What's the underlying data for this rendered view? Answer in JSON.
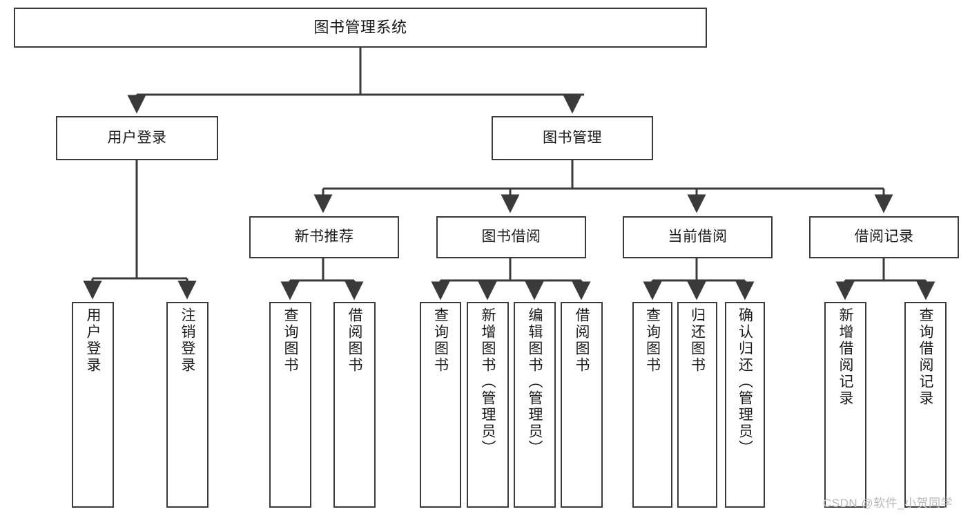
{
  "diagram": {
    "title": "图书管理系统",
    "type": "tree",
    "root": {
      "id": "root",
      "label": "图书管理系统"
    },
    "level2": [
      {
        "id": "user-login",
        "label": "用户登录"
      },
      {
        "id": "book-manage",
        "label": "图书管理"
      }
    ],
    "level3": [
      {
        "id": "new-book-rec",
        "label": "新书推荐"
      },
      {
        "id": "book-borrow",
        "label": "图书借阅"
      },
      {
        "id": "current-borrow",
        "label": "当前借阅"
      },
      {
        "id": "borrow-record",
        "label": "借阅记录"
      }
    ],
    "leaves": [
      {
        "id": "leaf-user-login",
        "parent": "user-login",
        "label": "用户登录"
      },
      {
        "id": "leaf-logout",
        "parent": "user-login",
        "label": "注销登录"
      },
      {
        "id": "leaf-query-book-1",
        "parent": "new-book-rec",
        "label": "查询图书"
      },
      {
        "id": "leaf-borrow-book-1",
        "parent": "new-book-rec",
        "label": "借阅图书"
      },
      {
        "id": "leaf-query-book-2",
        "parent": "book-borrow",
        "label": "查询图书"
      },
      {
        "id": "leaf-add-book",
        "parent": "book-borrow",
        "label": "新增图书（管理员）"
      },
      {
        "id": "leaf-edit-book",
        "parent": "book-borrow",
        "label": "编辑图书（管理员）"
      },
      {
        "id": "leaf-borrow-book-2",
        "parent": "book-borrow",
        "label": "借阅图书"
      },
      {
        "id": "leaf-query-book-3",
        "parent": "current-borrow",
        "label": "查询图书"
      },
      {
        "id": "leaf-return-book",
        "parent": "current-borrow",
        "label": "归还图书"
      },
      {
        "id": "leaf-confirm-return",
        "parent": "current-borrow",
        "label": "确认归还（管理员）"
      },
      {
        "id": "leaf-add-record",
        "parent": "borrow-record",
        "label": "新增借阅记录"
      },
      {
        "id": "leaf-query-record",
        "parent": "borrow-record",
        "label": "查询借阅记录"
      }
    ]
  },
  "watermark": {
    "text": "CSDN @软件_小贺同学"
  },
  "colors": {
    "stroke": "#3a3a3a",
    "background": "#ffffff",
    "text": "#1a1a1a",
    "watermark": "#b9b9b9"
  }
}
